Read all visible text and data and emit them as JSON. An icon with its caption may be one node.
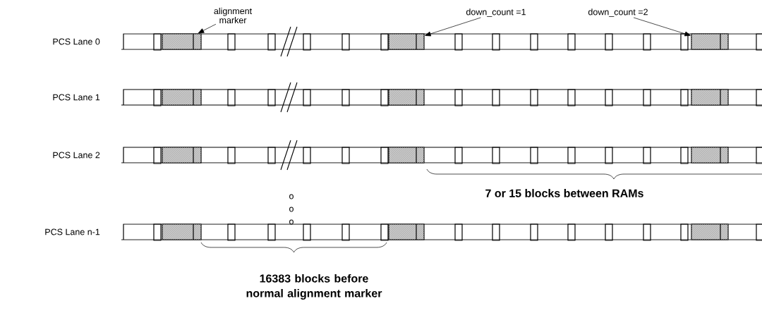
{
  "diagram": {
    "nodes": [
      {
        "text": [
          "alignment marker"
        ]
      },
      {
        "text": [],
        "shape": "box"
      },
      {
        "text": [
          "down_count =1"
        ]
      },
      {
        "text": [],
        "shape": "box"
      },
      {
        "text": [
          "down_count =2"
        ]
      },
      {
        "text": [],
        "shape": "box"
      },
      {
        "text": [],
        "shape": "box"
      },
      {
        "text": [],
        "shape": "box"
      },
      {
        "text": [],
        "shape": "box"
      },
      {
        "text": [],
        "shape": "box"
      },
      {
        "text": [],
        "shape": "box"
      },
      {
        "text": [],
        "shape": "box"
      },
      {
        "text": [],
        "shape": "box"
      },
      {
        "text": [],
        "shape": "box"
      },
      {
        "text": [],
        "shape": "box"
      }
    ],
    "edges": [
      {
        "from": 0,
        "to": 1,
        "arrow": "to"
      },
      {
        "from": 2,
        "to": 3,
        "arrow": "to"
      },
      {
        "from": 4,
        "to": 5,
        "arrow": "to"
      }
    ],
    "labels": [
      "PCS Lane 0",
      "PCS Lane 1",
      "PCS Lane 2",
      "o",
      "o",
      "o",
      "7 or 15 blocks between RAMs",
      "PCS Lane n-1",
      "16383 blocks before normal alignment marker"
    ]
  }
}
